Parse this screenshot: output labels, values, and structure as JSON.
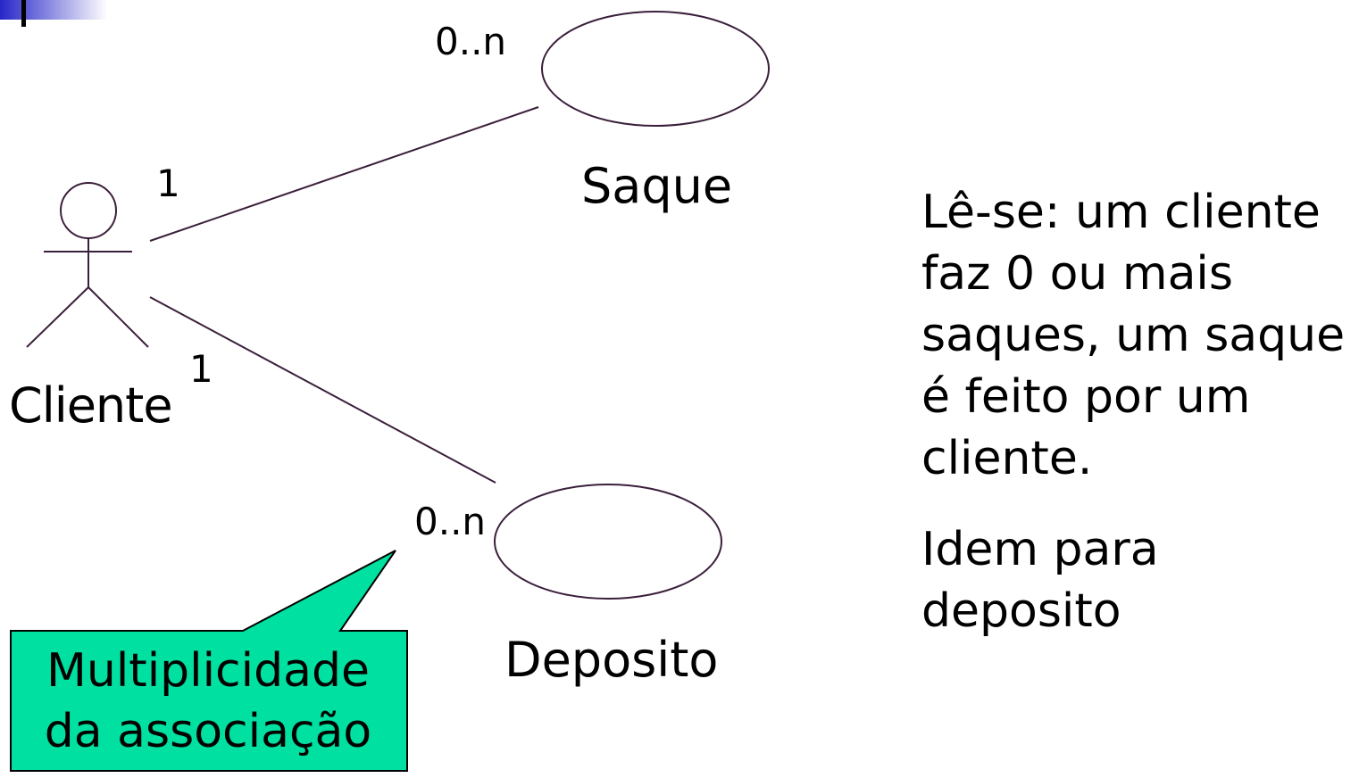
{
  "actor": {
    "name": "Cliente"
  },
  "use_cases": [
    {
      "name": "Saque",
      "actor_multiplicity": "1",
      "use_case_multiplicity": "0..n"
    },
    {
      "name": "Deposito",
      "actor_multiplicity": "1",
      "use_case_multiplicity": "0..n"
    }
  ],
  "callout": {
    "lines": [
      "Multiplicidade",
      "da associação"
    ],
    "fill": "#00e0a0"
  },
  "description": {
    "paragraph1": [
      "Lê-se: um cliente",
      "faz 0 ou mais",
      "saques, um saque",
      "é feito por um",
      "cliente."
    ],
    "paragraph2": [
      "Idem para",
      "deposito"
    ]
  },
  "colors": {
    "line": "#3a1f3a",
    "slide_accent": "#2626c8"
  }
}
